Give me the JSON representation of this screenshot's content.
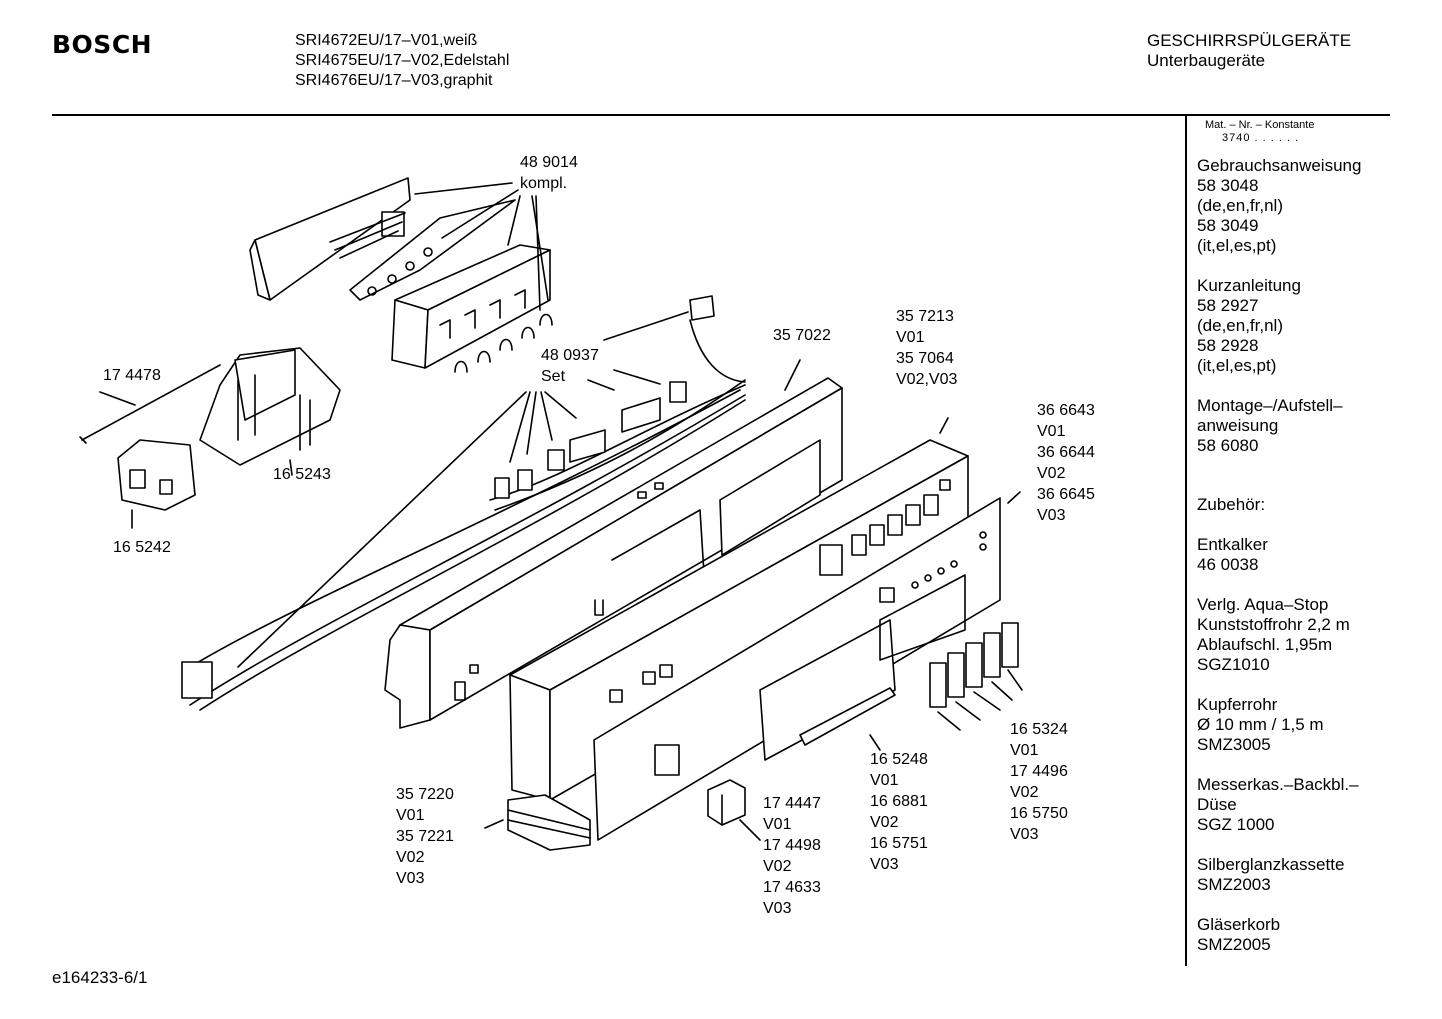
{
  "header": {
    "brand": "BOSCH",
    "models": [
      "SRI4672EU/17–V01,weiß",
      "SRI4675EU/17–V02,Edelstahl",
      "SRI4676EU/17–V03,graphit"
    ],
    "category": [
      "GESCHIRRSPÜLGERÄTE",
      "Unterbaugeräte"
    ]
  },
  "sidebar": {
    "mat_label": "Mat. – Nr. – Konstante",
    "mat_value": "3740 . .  . . . .",
    "sections": [
      {
        "lines": [
          "Gebrauchsanweisung",
          "58 3048",
          "(de,en,fr,nl)",
          "58 3049",
          "(it,el,es,pt)"
        ]
      },
      {
        "lines": [
          "Kurzanleitung",
          "58 2927",
          "(de,en,fr,nl)",
          "58 2928",
          "(it,el,es,pt)"
        ]
      },
      {
        "lines": [
          "Montage–/Aufstell–",
          "anweisung",
          "58 6080"
        ]
      },
      {
        "lines": [
          "Zubehör:"
        ]
      },
      {
        "lines": [
          "Entkalker",
          "46 0038"
        ]
      },
      {
        "lines": [
          "Verlg. Aqua–Stop",
          "Kunststoffrohr 2,2 m",
          "Ablaufschl. 1,95m",
          "SGZ1010"
        ]
      },
      {
        "lines": [
          "Kupferrohr",
          "Ø 10 mm / 1,5 m",
          "SMZ3005"
        ]
      },
      {
        "lines": [
          "Messerkas.–Backbl.–",
          "Düse",
          "SGZ 1000"
        ]
      },
      {
        "lines": [
          "Silberglanzkassette",
          "SMZ2003"
        ]
      },
      {
        "lines": [
          "Gläserkorb",
          "SMZ2005"
        ]
      }
    ]
  },
  "parts": {
    "p489014": [
      "48 9014",
      "kompl."
    ],
    "p174478": [
      "17 4478"
    ],
    "p165243": [
      "16 5243"
    ],
    "p165242": [
      "16 5242"
    ],
    "p480937": [
      "48 0937",
      "Set"
    ],
    "p357022": [
      "35 7022"
    ],
    "p357213": [
      "35 7213",
      "V01",
      "35 7064",
      "V02,V03"
    ],
    "p366643": [
      "36 6643",
      "V01",
      "36 6644",
      "V02",
      "36 6645",
      "V03"
    ],
    "p165324": [
      "16 5324",
      "V01",
      "17 4496",
      "V02",
      "16 5750",
      "V03"
    ],
    "p165248": [
      "16 5248",
      "V01",
      "16 6881",
      "V02",
      "16 5751",
      "V03"
    ],
    "p174447": [
      "17 4447",
      "V01",
      "17 4498",
      "V02",
      "17 4633",
      "V03"
    ],
    "p357220": [
      "35 7220",
      "V01",
      "35 7221",
      "V02",
      "V03"
    ]
  },
  "footer": {
    "code": "e164233-6/1"
  }
}
